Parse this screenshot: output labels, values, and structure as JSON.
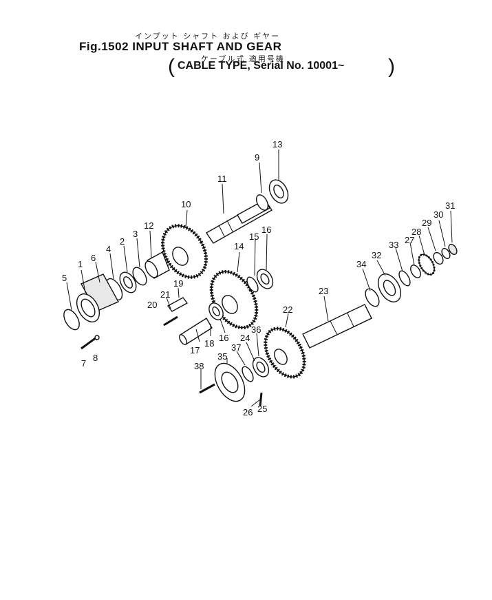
{
  "header": {
    "title_jp": "インプット シャフト および ギヤー",
    "title": "Fig.1502 INPUT SHAFT AND GEAR",
    "subtitle_jp": "ケーブル式 適用号機",
    "subtitle": "CABLE TYPE, Serial No. 10001~"
  },
  "callouts": [
    "1",
    "2",
    "3",
    "4",
    "5",
    "6",
    "7",
    "8",
    "9",
    "10",
    "11",
    "12",
    "13",
    "14",
    "15",
    "16",
    "16",
    "17",
    "18",
    "19",
    "20",
    "21",
    "22",
    "23",
    "24",
    "25",
    "26",
    "27",
    "28",
    "29",
    "30",
    "31",
    "32",
    "33",
    "34",
    "35",
    "36",
    "37",
    "38"
  ]
}
